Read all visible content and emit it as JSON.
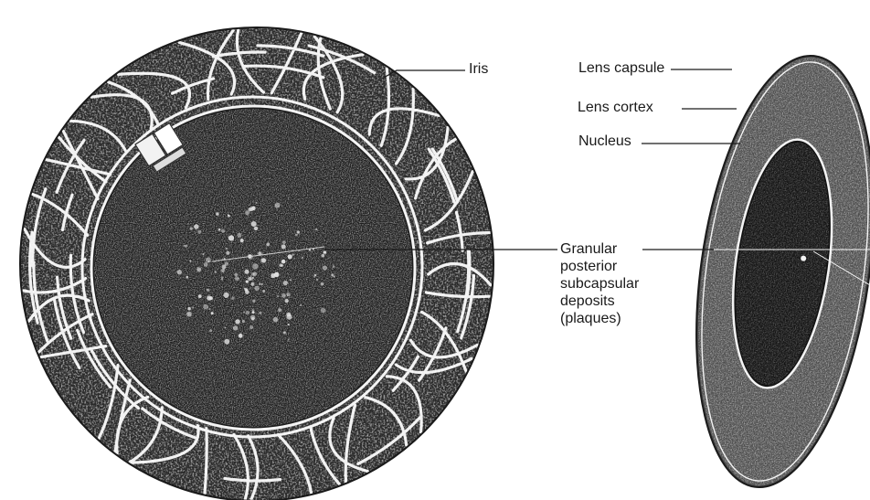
{
  "labels": {
    "iris": "Iris",
    "lens_capsule": "Lens capsule",
    "lens_cortex": "Lens cortex",
    "nucleus": "Nucleus",
    "deposits": [
      "Granular",
      "posterior",
      "subcapsular",
      "deposits",
      "(plaques)"
    ]
  },
  "colors": {
    "ink": "#1a1a1a",
    "pale": "#f4f4f4",
    "paper": "#ffffff"
  }
}
